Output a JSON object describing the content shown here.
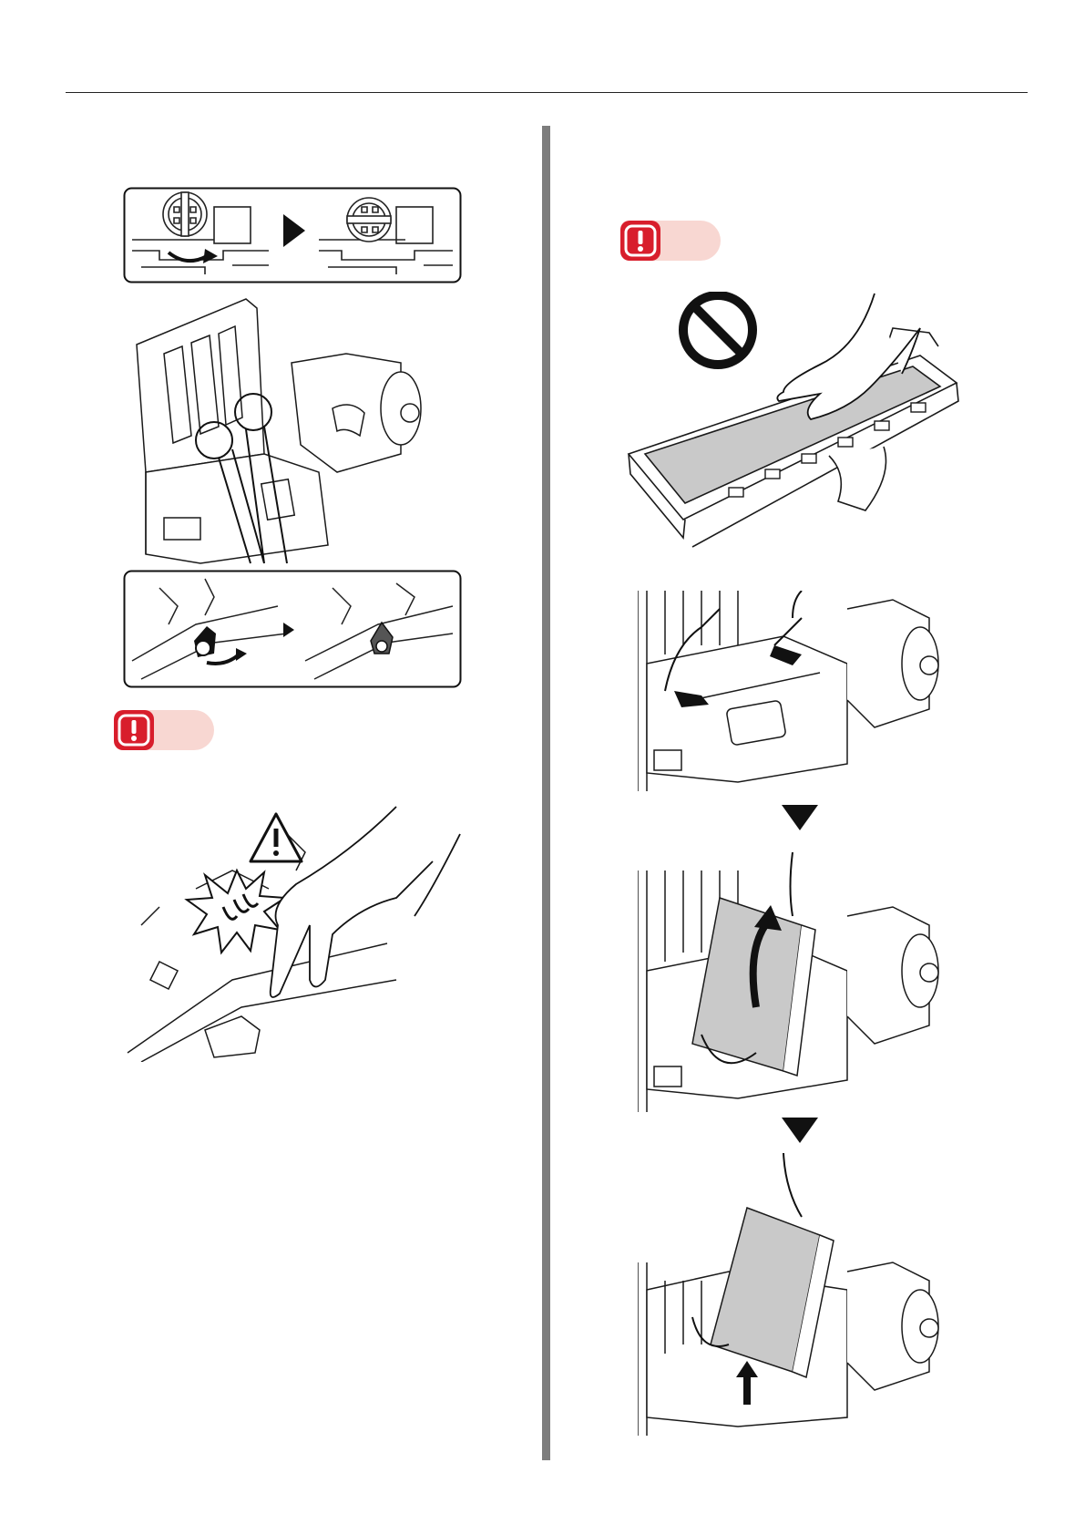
{
  "page": {
    "colors": {
      "ink": "#1a1a1a",
      "belt_gray": "#c9c9c9",
      "badge_red": "#d81e2c",
      "badge_pink": "#f8d7d2",
      "divider": "#7d7d7d"
    }
  },
  "left_column": {
    "step_illustrations": [
      "lock-lever-rotate-detail",
      "printer-open-lock-levers",
      "lock-lever-closeup-rotate"
    ],
    "important_badge_icon": "exclamation-badge-icon",
    "caution_illustration": "pinch-hazard-hand",
    "caution_icon": "warning-triangle-icon"
  },
  "right_column": {
    "important_badge_icon": "exclamation-badge-icon",
    "prohibition_icon": "prohibited-circle-icon",
    "belt_illustration": "do-not-touch-belt-surface",
    "sequence": [
      "grip-belt-unit",
      "tilt-belt-unit-up",
      "lift-belt-unit-out"
    ],
    "arrow_icon": "down-triangle-arrow-icon"
  }
}
